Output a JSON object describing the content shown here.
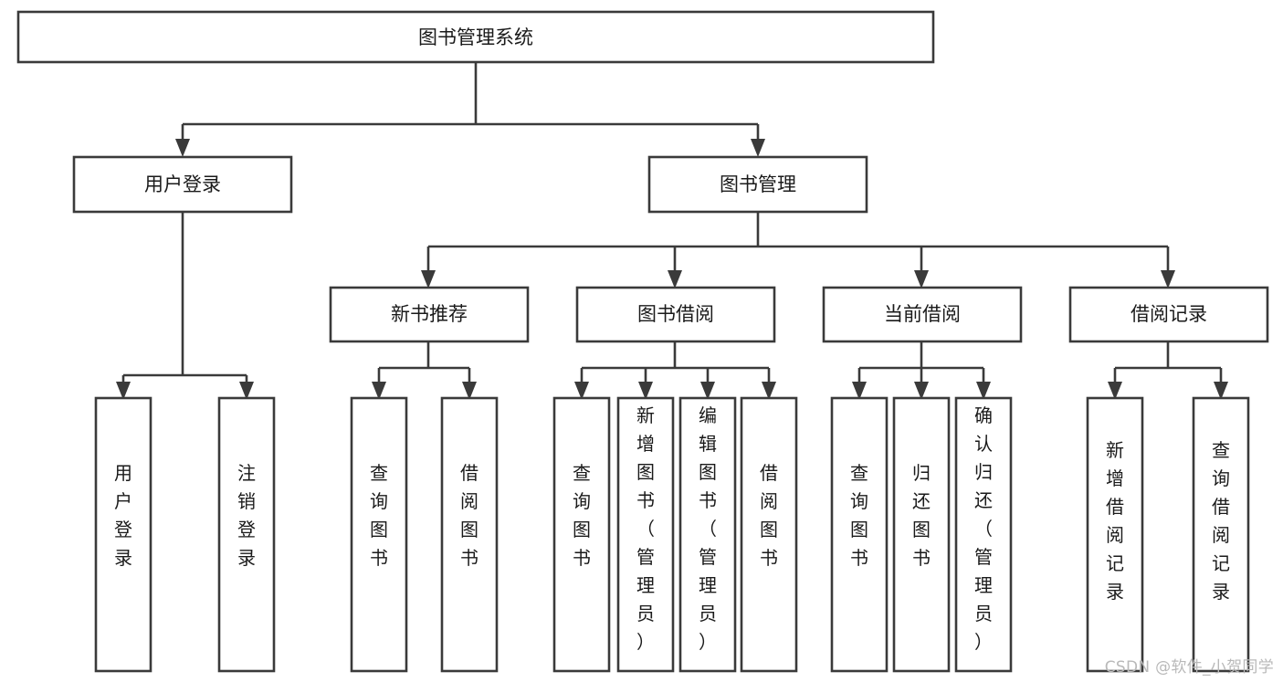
{
  "diagram": {
    "type": "tree-hierarchy-chart",
    "title": "图书管理系统",
    "orientation": "top-down",
    "colors": {
      "box_stroke": "#3a3a3a",
      "box_fill": "#ffffff",
      "connector": "#3a3a3a",
      "text": "#1a1a1a",
      "background": "#ffffff",
      "watermark": "#b9b9b9"
    },
    "root": {
      "label": "图书管理系统"
    },
    "level2": [
      {
        "label": "用户登录"
      },
      {
        "label": "图书管理"
      }
    ],
    "level3": [
      {
        "label": "新书推荐"
      },
      {
        "label": "图书借阅"
      },
      {
        "label": "当前借阅"
      },
      {
        "label": "借阅记录"
      }
    ],
    "leaves": {
      "user_login": [
        {
          "label": "用户登录"
        },
        {
          "label": "注销登录"
        }
      ],
      "new_book_recommend": [
        {
          "label": "查询图书"
        },
        {
          "label": "借阅图书"
        }
      ],
      "book_borrow": [
        {
          "label": "查询图书"
        },
        {
          "label": "新增图书（管理员）"
        },
        {
          "label": "编辑图书（管理员）"
        },
        {
          "label": "借阅图书"
        }
      ],
      "current_borrow": [
        {
          "label": "查询图书"
        },
        {
          "label": "归还图书"
        },
        {
          "label": "确认归还（管理员）"
        }
      ],
      "borrow_record": [
        {
          "label": "新增借阅记录"
        },
        {
          "label": "查询借阅记录"
        }
      ]
    }
  },
  "watermark": {
    "text": "CSDN @软件_小贺同学"
  }
}
